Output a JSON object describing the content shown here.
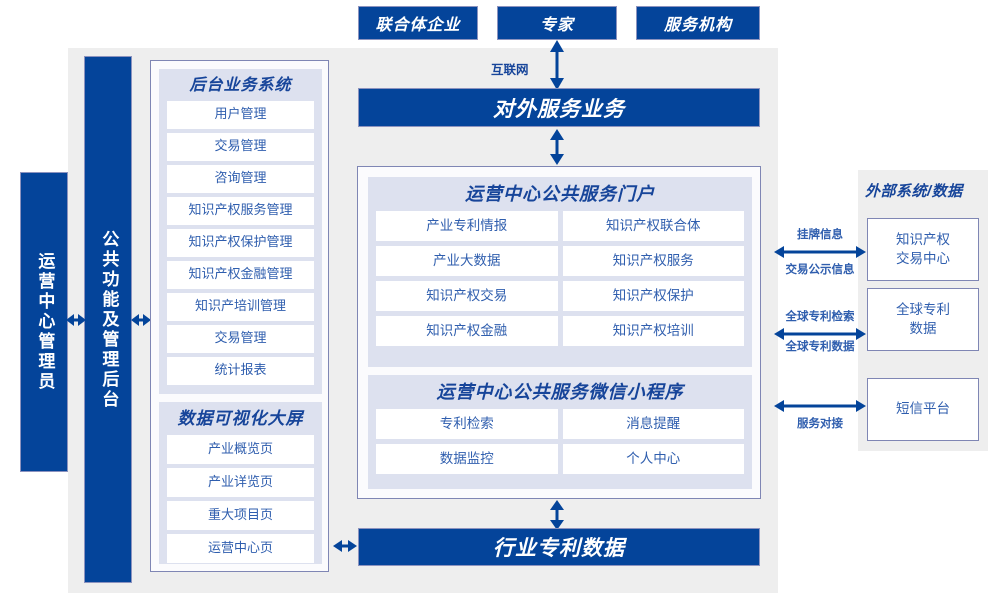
{
  "top_actors": [
    {
      "label": "联合体企业"
    },
    {
      "label": "专家"
    },
    {
      "label": "服务机构"
    }
  ],
  "network_label": "互联网",
  "external_service_bar": "对外服务业务",
  "industry_data_bar": "行业专利数据",
  "left_bars": [
    {
      "label": "运营中心管理员"
    },
    {
      "label": "公共功能及管理后台"
    }
  ],
  "backend_system": {
    "title": "后台业务系统",
    "items": [
      "用户管理",
      "交易管理",
      "咨询管理",
      "知识产权服务管理",
      "知识产权保护管理",
      "知识产权金融管理",
      "知识产培训管理",
      "交易管理",
      "统计报表"
    ]
  },
  "data_visual": {
    "title": "数据可视化大屏",
    "items": [
      "产业概览页",
      "产业详览页",
      "重大项目页",
      "运营中心页"
    ]
  },
  "portal": {
    "title": "运营中心公共服务门户",
    "items": [
      "产业专利情报",
      "知识产权联合体",
      "产业大数据",
      "知识产权服务",
      "知识产权交易",
      "知识产权保护",
      "知识产权金融",
      "知识产权培训"
    ]
  },
  "miniprogram": {
    "title": "运营中心公共服务微信小程序",
    "items": [
      "专利检索",
      "消息提醒",
      "数据监控",
      "个人中心"
    ]
  },
  "external": {
    "title": "外部系统/数据",
    "boxes": [
      {
        "label": "知识产权\n交易中心"
      },
      {
        "label": "全球专利\n数据"
      },
      {
        "label": "短信平台"
      }
    ],
    "arrow_labels": [
      {
        "above": "挂牌信息",
        "below": "交易公示信息"
      },
      {
        "above": "全球专利检索",
        "below": "全球专利数据"
      },
      {
        "above": "",
        "below": "服务对接"
      }
    ]
  },
  "colors": {
    "brand_blue": "#04449a",
    "panel_gray": "#eeeeee",
    "group_lavender": "#dde1ef",
    "border_blue": "#7f86b4",
    "text_blue": "#2f5eae",
    "title_blue": "#17459a"
  }
}
